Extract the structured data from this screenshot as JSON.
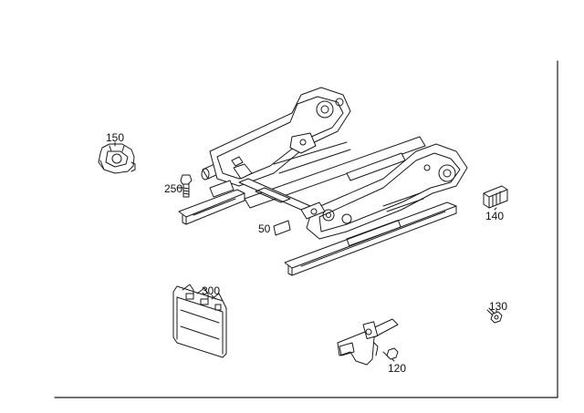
{
  "diagram": {
    "callouts": {
      "part_150": "150",
      "part_250": "250",
      "part_50": "50",
      "part_140": "140",
      "part_300": "300",
      "part_130": "130",
      "part_120": "120"
    }
  },
  "colors": {
    "line": "#1a1a1a",
    "background": "#ffffff"
  }
}
